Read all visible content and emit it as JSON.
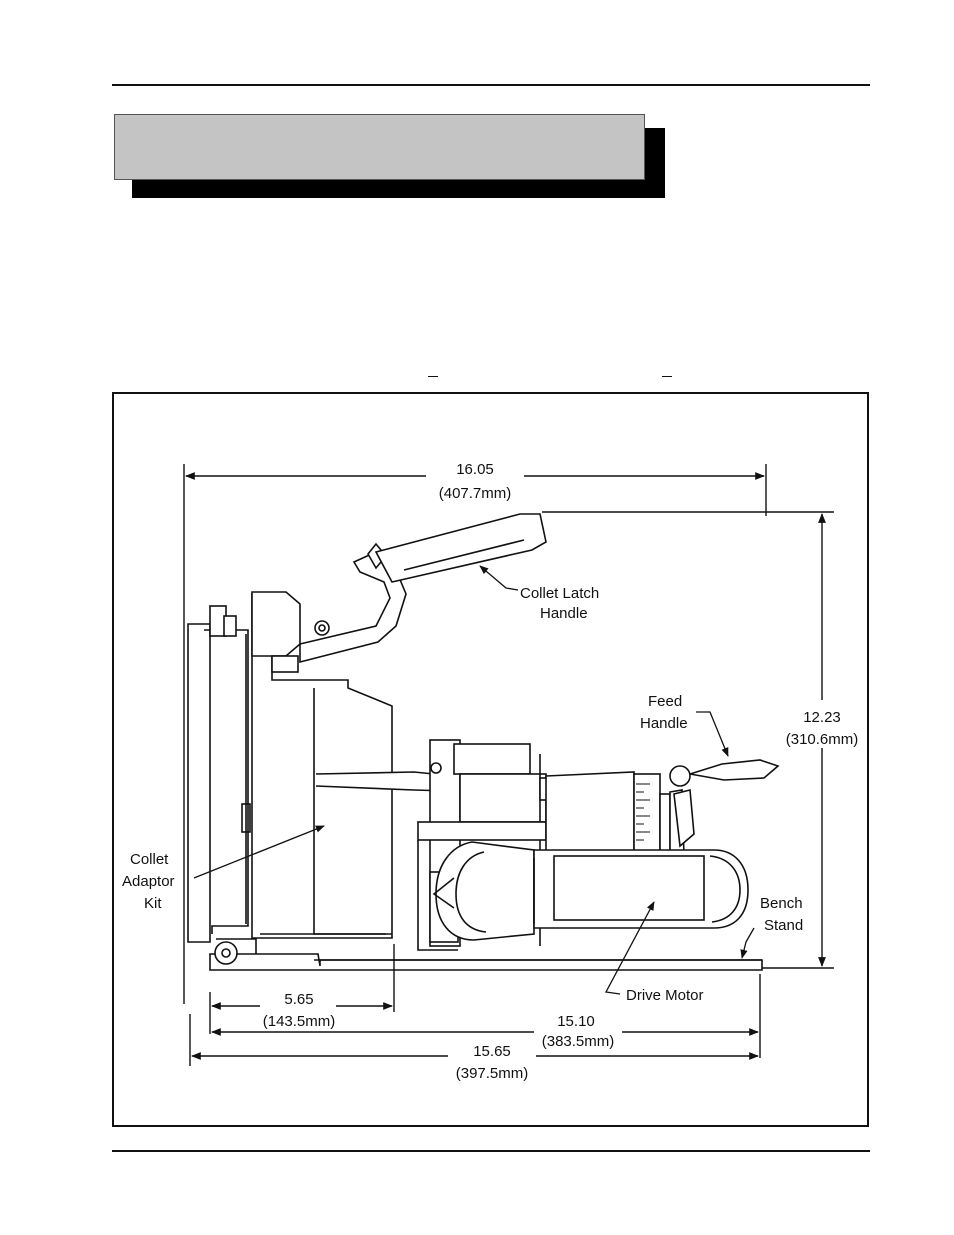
{
  "figure": {
    "labels": {
      "collet_latch_handle": [
        "Collet Latch",
        "Handle"
      ],
      "feed_handle": [
        "Feed",
        "Handle"
      ],
      "collet_adaptor_kit": [
        "Collet",
        "Adaptor",
        "Kit"
      ],
      "bench_stand": [
        "Bench",
        "Stand"
      ],
      "drive_motor": "Drive Motor"
    },
    "dimensions": {
      "overall_length": {
        "value": "16.05",
        "metric": "(407.7mm)"
      },
      "height": {
        "value": "12.23",
        "metric": "(310.6mm)"
      },
      "front_offset": {
        "value": "5.65",
        "metric": "(143.5mm)"
      },
      "stand_length": {
        "value": "15.10",
        "metric": "(383.5mm)"
      },
      "base_length": {
        "value": "15.65",
        "metric": "(397.5mm)"
      }
    }
  }
}
